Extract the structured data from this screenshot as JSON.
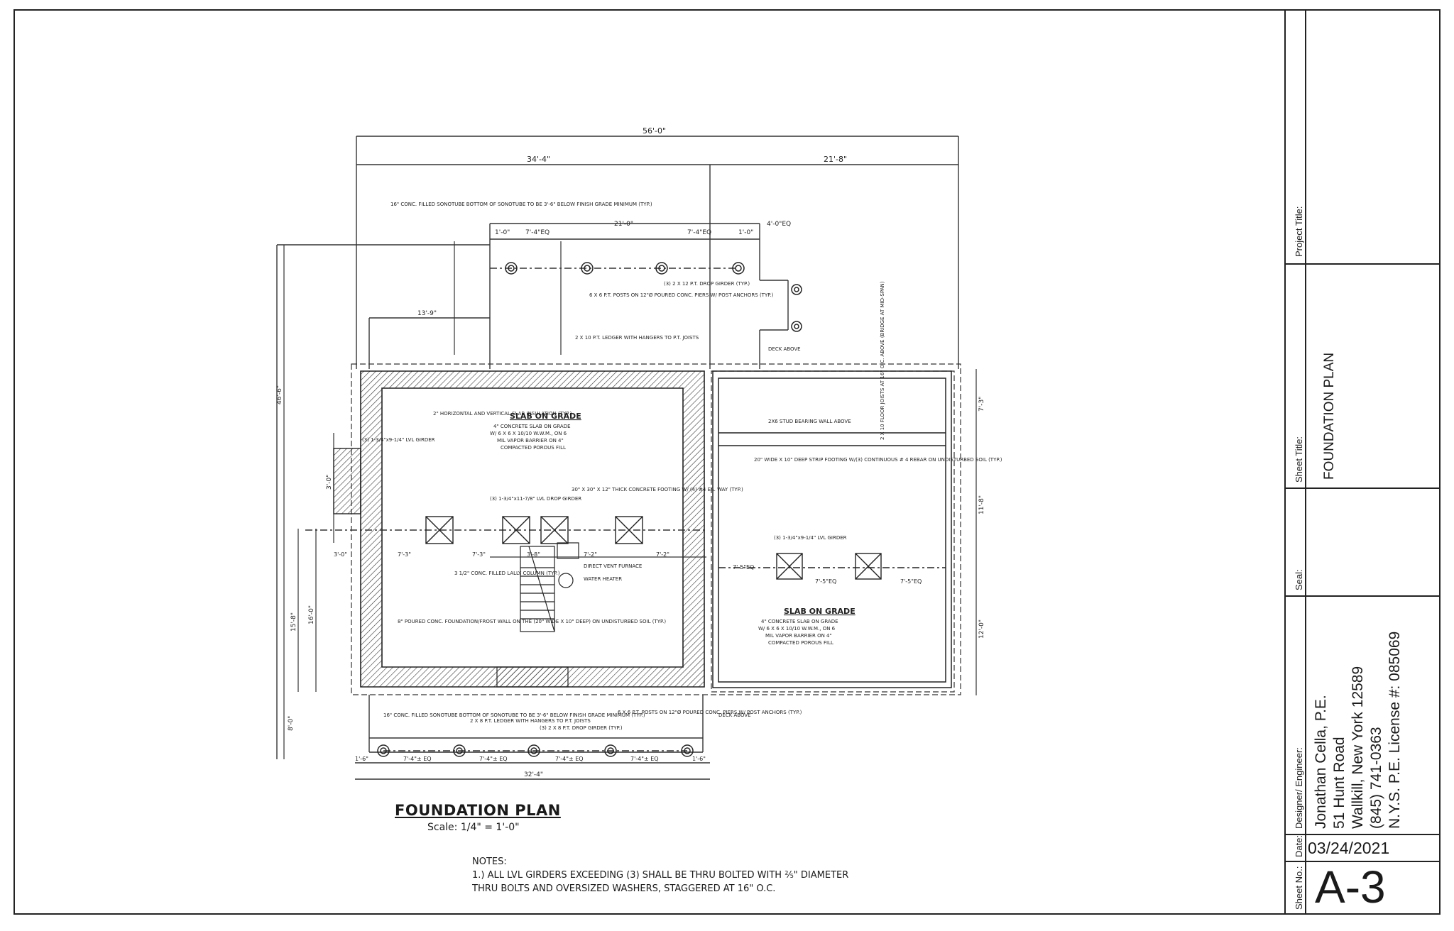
{
  "title_block": {
    "project_title_label": "Project Title:",
    "sheet_title_label": "Sheet Title:",
    "sheet_title": "FOUNDATION PLAN",
    "seal_label": "Seal:",
    "designer_label": "Designer/ Engineer:",
    "designer": {
      "name": "Jonathan Cella, P.E.",
      "street": "51 Hunt Road",
      "city": "Wallkill, New York 12589",
      "phone": "(845) 741-0363",
      "license": "N.Y.S. P.E. License #: 085069"
    },
    "date_label": "Date:",
    "date": "03/24/2021",
    "sheet_no_label": "Sheet No.:",
    "sheet_no": "A-3"
  },
  "plan": {
    "title": "FOUNDATION PLAN",
    "scale": "Scale: 1/4\" = 1'-0\"",
    "notes_heading": "NOTES:",
    "notes": [
      "1.) ALL LVL GIRDERS EXCEEDING (3) SHALL BE THRU BOLTED WITH ⅖\" DIAMETER",
      "THRU BOLTS AND OVERSIZED WASHERS, STAGGERED AT 16\" O.C."
    ],
    "labels": {
      "slab_left_title": "SLAB ON GRADE",
      "slab_left_1": "4\" CONCRETE SLAB ON GRADE",
      "slab_left_2": "W/ 6 X 6 X 10/10 W.W.M., ON 6",
      "slab_left_3": "MIL VAPOR BARRIER ON 4\"",
      "slab_left_4": "COMPACTED POROUS FILL",
      "slab_right_title": "SLAB ON GRADE",
      "slab_right_1": "4\" CONCRETE SLAB ON GRADE",
      "slab_right_2": "W/ 6 X 6 X 10/10 W.W.M., ON 6",
      "slab_right_3": "MIL VAPOR BARRIER ON 4\"",
      "slab_right_4": "COMPACTED POROUS FILL",
      "deck_above_top": "DECK ABOVE",
      "deck_above_bottom": "DECK ABOVE",
      "girder_top": "(3) 2 X 12 P.T. DROP GIRDER (TYP.)",
      "posts_top": "6 X 6 P.T. POSTS ON 12\"Ø POURED CONC. PIERS W/ POST ANCHORS (TYP.)",
      "joists_top": "2 X 10 P.T. LEDGER WITH HANGERS TO P.T. JOISTS",
      "footing_top": "16\" CONC. FILLED SONOTUBE BOTTOM OF SONOTUBE TO BE 3'-6\" BELOW FINISH GRADE MINIMUM (TYP.)",
      "insulation": "2\" HORIZONTAL AND VERTICAL SLAB INSULATION (TYP.)",
      "lvl_girder_left": "(3) 1-3/4\"x9-1/4\" LVL GIRDER",
      "lvl_girder_mid": "(3) 1-3/4\"x11-7/8\" LVL DROP GIRDER",
      "footing_mid": "30\" X 30\" X 12\" THICK CONCRETE FOOTING W/ (4) #4 EA. WAY (TYP.)",
      "lally": "3 1/2\" CONC. FILLED LALLY COLUMN (TYP.)",
      "furnace": "DIRECT VENT FURNACE",
      "water_heater": "WATER HEATER",
      "wall_left": "8\" POURED CONC. FOUNDATION/FROST WALL ON THE (20\" WIDE X 10\" DEEP) ON UNDISTURBED SOIL (TYP.)",
      "wall_above": "2X6 STUD BEARING WALL ABOVE",
      "strip_footing": "20\" WIDE X 10\" DEEP STRIP FOOTING W/(3) CONTINUOUS # 4 REBAR ON UNDISTURBED SOIL (TYP.)",
      "lvl_girder_right": "(3) 1-3/4\"x9-1/4\" LVL GIRDER",
      "floor_joists": "2 X 10 FLOOR JOISTS AT 16\" O.C. ABOVE (BRIDGE AT MID-SPAN)",
      "footing_bottom": "16\" CONC. FILLED SONOTUBE BOTTOM OF SONOTUBE TO BE 3'-6\" BELOW FINISH GRADE MINIMUM (TYP.)",
      "ledger_bottom": "2 X 8 P.T. LEDGER WITH HANGERS TO P.T. JOISTS",
      "girder_bottom": "(3) 2 X 8 P.T. DROP GIRDER (TYP.)",
      "posts_bottom": "6 X 6 P.T. POSTS ON 12\"Ø POURED CONC. PIERS W/ POST ANCHORS (TYP.)"
    },
    "dimensions": {
      "overall_top": "56'-0\"",
      "top_left": "34'-4\"",
      "top_right": "21'-8\"",
      "deck_1": "1'-0\"",
      "deck_2": "7'-4\"EQ",
      "deck_3": "21'-0\"",
      "deck_4": "7'-4\"EQ",
      "deck_5": "1'-0\"",
      "deck_6": "4'-0\"EQ",
      "left_1": "13'-9\"",
      "left_2": "3'-0\"",
      "left_3": "3'-0\"",
      "left_4": "7'-3\"",
      "left_5": "7'-3\"",
      "left_6": "3'-8\"",
      "left_7": "7'-2\"",
      "left_8": "7'-2\"",
      "right_1": "7'-5\"EQ",
      "right_2": "7'-5\"EQ",
      "right_3": "7'-5\"EQ",
      "bottom_1": "1'-6\"",
      "bottom_2": "7'-4\"± EQ",
      "bottom_3": "7'-4\"± EQ",
      "bottom_4": "7'-4\"± EQ",
      "bottom_5": "7'-4\"± EQ",
      "bottom_6": "1'-6\"",
      "bottom_overall": "32'-4\"",
      "v_overall": "46'-6\"",
      "v_a": "15'-8\"",
      "v_b": "16'-0\"",
      "v_c": "8'-0\"",
      "r_a": "7'-3\"",
      "r_b": "11'-8\"",
      "r_c": "12'-0\""
    }
  }
}
